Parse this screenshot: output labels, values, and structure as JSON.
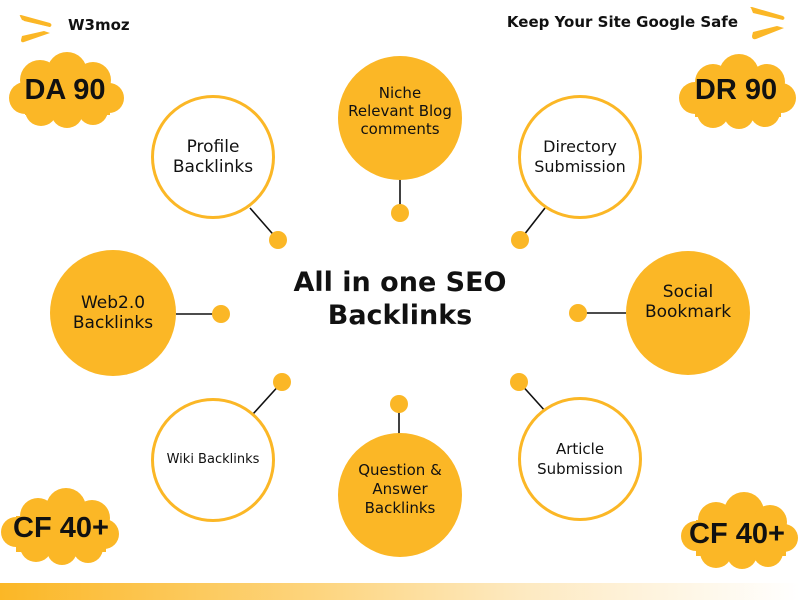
{
  "header": {
    "brand": "W3moz",
    "tagline": "Keep Your Site Google Safe",
    "logo_icon": "chevron-logo-icon"
  },
  "badges": [
    {
      "id": "da",
      "label": "DA 90"
    },
    {
      "id": "dr",
      "label": "DR 90"
    },
    {
      "id": "cf-left",
      "label": "CF 40+"
    },
    {
      "id": "cf-right",
      "label": "CF 40+"
    }
  ],
  "center": {
    "title": "All in one SEO\nBacklinks"
  },
  "nodes": [
    {
      "id": "profile",
      "label": "Profile\nBacklinks",
      "style": "outline"
    },
    {
      "id": "niche",
      "label": "Niche\nRelevant Blog\ncomments",
      "style": "filled"
    },
    {
      "id": "directory",
      "label": "Directory\nSubmission",
      "style": "outline"
    },
    {
      "id": "web2",
      "label": "Web2.0\nBacklinks",
      "style": "filled"
    },
    {
      "id": "social",
      "label": "Social\nBookmark",
      "style": "filled"
    },
    {
      "id": "wiki",
      "label": "Wiki Backlinks",
      "style": "outline"
    },
    {
      "id": "qa",
      "label": "Question &\nAnswer\nBacklinks",
      "style": "filled"
    },
    {
      "id": "article",
      "label": "Article\nSubmission",
      "style": "outline"
    }
  ],
  "colors": {
    "accent": "#fbb726",
    "text": "#111111",
    "background": "#ffffff"
  }
}
